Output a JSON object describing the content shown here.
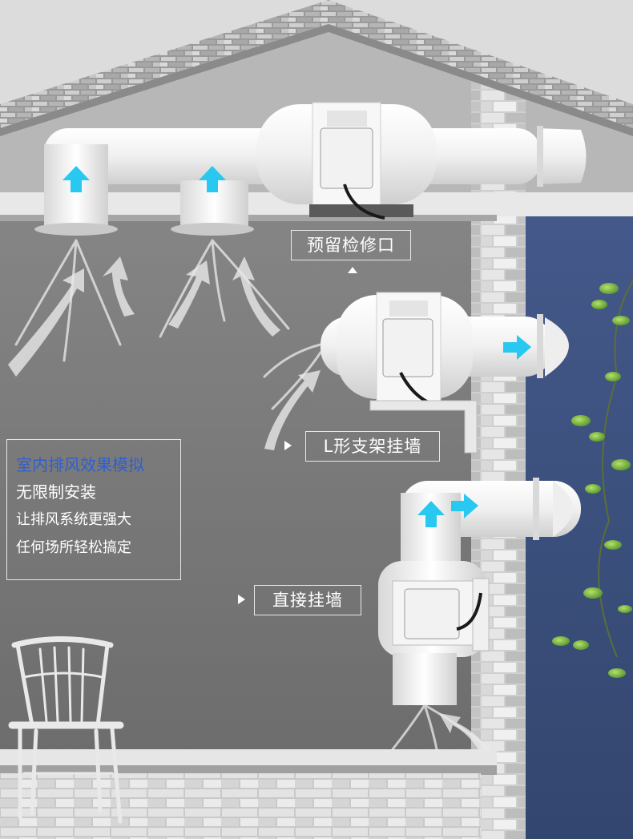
{
  "labels": {
    "maintenance_port": "预留检修口",
    "l_bracket": "L形支架挂墙",
    "direct_wall": "直接挂墙"
  },
  "info": {
    "title": "室内排风效果模拟",
    "subtitle": "无限制安装",
    "line1": "让排风系统更强大",
    "line2": "任何场所轻松搞定"
  },
  "colors": {
    "accent_blue": "#2f5fd0",
    "airflow_cyan": "#29c8f0",
    "wall_navy": "#3d5180",
    "wall_gray": "#7a7a7a",
    "duct_white": "#f2f2f2"
  }
}
